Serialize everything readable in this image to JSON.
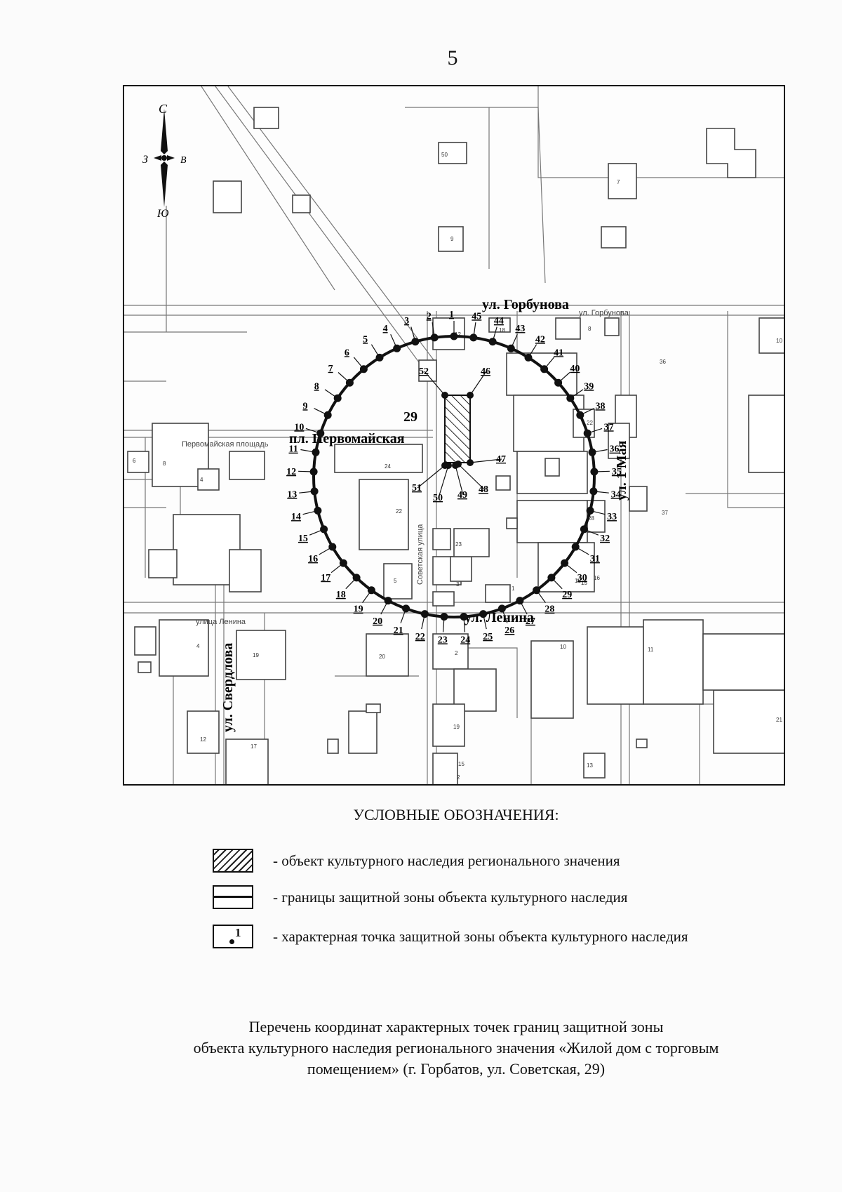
{
  "page_number": "5",
  "map": {
    "compass": {
      "north": "С",
      "east": "В",
      "south": "Ю",
      "west": "З"
    },
    "object_number": "29",
    "street_labels": [
      {
        "text": "ул. Горбунова"
      },
      {
        "text": "пл. Первомайская"
      },
      {
        "text": "ул. Ленина"
      },
      {
        "text": "ул. Свердлова"
      },
      {
        "text": "ул. 1 Мая"
      }
    ],
    "small_labels": [
      "Первомайская площадь",
      "ул. Горбунова",
      "улица Ленина",
      "Советская улица"
    ],
    "house_numbers": [
      "50",
      "9",
      "7",
      "18",
      "12",
      "8",
      "22",
      "28",
      "16",
      "24",
      "22",
      "4",
      "4",
      "6",
      "8",
      "5",
      "3",
      "23",
      "2",
      "20",
      "19",
      "17",
      "1",
      "18",
      "15",
      "10",
      "11",
      "21",
      "19",
      "15",
      "13",
      "12",
      "10",
      "37",
      "36",
      "2"
    ],
    "boundary_point_labels": [
      "1",
      "2",
      "3",
      "4",
      "5",
      "6",
      "7",
      "8",
      "9",
      "10",
      "11",
      "12",
      "13",
      "14",
      "15",
      "16",
      "17",
      "18",
      "19",
      "20",
      "21",
      "22",
      "23",
      "24",
      "25",
      "26",
      "27",
      "28",
      "29",
      "30",
      "31",
      "32",
      "33",
      "34",
      "35",
      "36",
      "37",
      "38",
      "39",
      "40",
      "41",
      "42",
      "43",
      "44",
      "45"
    ],
    "object_point_labels": [
      "46",
      "47",
      "48",
      "49",
      "50",
      "51",
      "52"
    ]
  },
  "legend": {
    "title": "УСЛОВНЫЕ ОБОЗНАЧЕНИЯ:",
    "items": [
      {
        "icon": "hatched-square-icon",
        "text": "- объект культурного наследия регионального значения"
      },
      {
        "icon": "boundary-line-icon",
        "text": "- границы защитной зоны объекта культурного наследия"
      },
      {
        "icon": "point-marker-icon",
        "label": "1",
        "text": "- характерная точка защитной зоны объекта культурного наследия"
      }
    ]
  },
  "caption": {
    "line1": "Перечень координат характерных точек границ защитной зоны",
    "line2": "объекта культурного наследия регионального значения «Жилой дом с торговым",
    "line3": "помещением» (г. Горбатов, ул. Советская, 29)"
  }
}
